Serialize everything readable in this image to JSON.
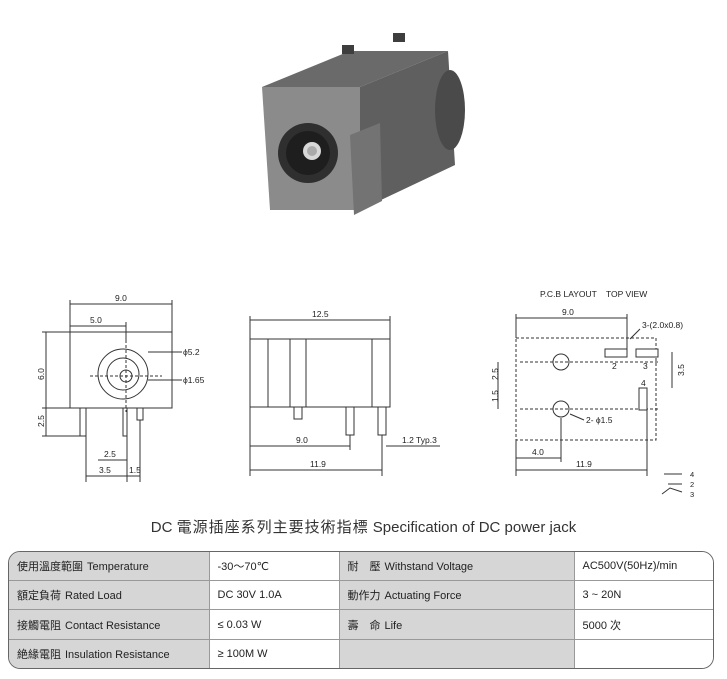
{
  "drawing": {
    "top_view_title": "P.C.B LAYOUT    TOP VIEW",
    "front": {
      "dim_width": "9.0",
      "dim_center": "5.0",
      "dim_height": "6.0",
      "dim_pin_height": "2.5",
      "dim_pin_gap": "2.5",
      "dim_pin_span": "3.5",
      "dim_pin_offset": "1.5",
      "hole_outer": "ϕ5.2",
      "hole_inner": "ϕ1.65"
    },
    "side": {
      "dim_length": "12.5",
      "dim_pin_pos": "9.0",
      "dim_total": "11.9",
      "dim_typ": "1.2 Typ.3"
    },
    "layout": {
      "dim_width": "9.0",
      "dim_right": "3.5",
      "dim_pad": "3-(2.0x0.8)",
      "dim_v1": "2.5",
      "dim_v2": "1.5",
      "dim_hole": "2- ϕ1.5",
      "dim_bottom1": "4.0",
      "dim_bottom2": "11.9",
      "pad_2": "2",
      "pad_3": "3",
      "pad_4": "4",
      "legend_4": "4",
      "legend_2": "2",
      "legend_3": "3"
    }
  },
  "spec": {
    "title_prefix": "DC",
    "title_cn": "電源插座系列主要技術指標",
    "title_en": "Specification of DC power jack",
    "rows": [
      {
        "l1_cn": "使用溫度範圍",
        "l1_en": "Temperature",
        "v1": "-30～70℃",
        "l2_cn": "耐　壓",
        "l2_en": "Withstand Voltage",
        "v2": "AC500V(50Hz)/min"
      },
      {
        "l1_cn": "額定負荷",
        "l1_en": "Rated Load",
        "v1": "DC 30V 1.0A",
        "l2_cn": "動作力",
        "l2_en": "Actuating Force",
        "v2": "3 ~ 20N"
      },
      {
        "l1_cn": "接觸電阻",
        "l1_en": "Contact Resistance",
        "v1": "≤ 0.03 W",
        "l2_cn": "壽　命",
        "l2_en": "Life",
        "v2": "5000 次"
      },
      {
        "l1_cn": "絶緣電阻",
        "l1_en": "Insulation Resistance",
        "v1": "≥ 100M W",
        "l2_cn": "",
        "l2_en": "",
        "v2": ""
      }
    ]
  }
}
